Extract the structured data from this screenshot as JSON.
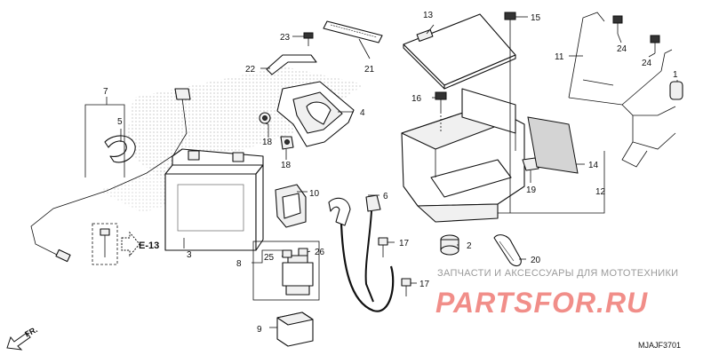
{
  "callouts": [
    "1",
    "2",
    "3",
    "4",
    "5",
    "6",
    "7",
    "8",
    "9",
    "10",
    "11",
    "12",
    "13",
    "14",
    "15",
    "16",
    "17",
    "17",
    "18",
    "18",
    "19",
    "20",
    "21",
    "22",
    "23",
    "24",
    "24",
    "25",
    "26"
  ],
  "reference": "E-13",
  "direction": "FR.",
  "diagram_code": "MJAJF3701",
  "watermark": {
    "line1": "ЗАПЧАСТИ И АКСЕССУАРЫ ДЛЯ МОТОТЕХНИКИ",
    "line2": "PARTSFOR.RU",
    "color": "#e6332a"
  }
}
